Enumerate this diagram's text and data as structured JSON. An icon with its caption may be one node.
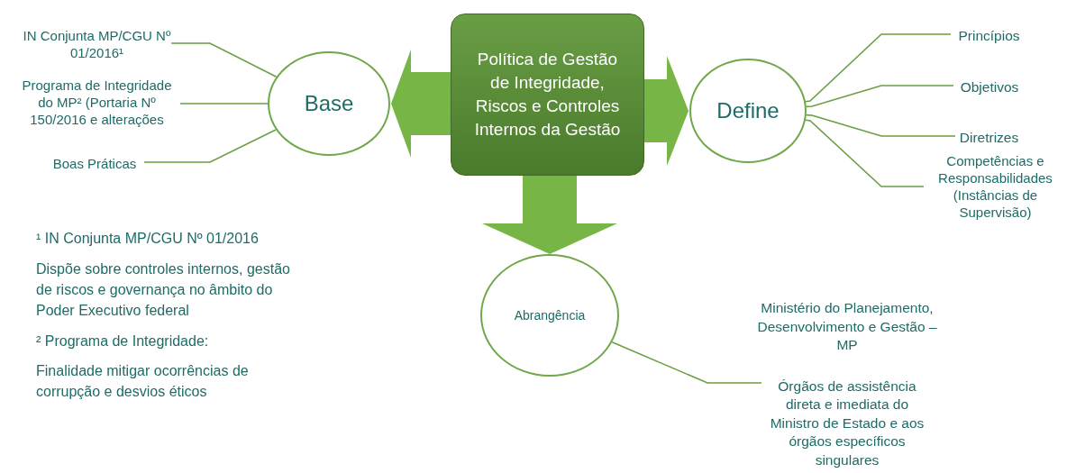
{
  "diagram": {
    "nodes": [
      {
        "text": [
          "Política de Gestão de Integridade, Riscos e Controles Internos da Gestão"
        ]
      },
      {
        "text": [
          "Base"
        ]
      },
      {
        "text": [
          "Define"
        ]
      },
      {
        "text": [
          "Abrangência"
        ]
      },
      {
        "text": [
          "IN Conjunta MP/CGU Nº 01/2016¹"
        ]
      },
      {
        "text": [
          "Programa de Integridade do MP² (Portaria Nº 150/2016 e alterações"
        ]
      },
      {
        "text": [
          "Boas Práticas"
        ]
      },
      {
        "text": [
          "Princípios"
        ]
      },
      {
        "text": [
          "Objetivos"
        ]
      },
      {
        "text": [
          "Diretrizes"
        ]
      },
      {
        "text": [
          "Competências e Responsabilidades (Instâncias de Supervisão)"
        ]
      },
      {
        "text": [
          "Ministério do Planejamento, Desenvolvimento e Gestão – MP"
        ]
      },
      {
        "text": [
          "Órgãos de assistência direta e imediata do Ministro de Estado e aos órgãos específicos singulares"
        ]
      }
    ],
    "edges": [
      {
        "from": 4,
        "to": 1,
        "arrow": "none"
      },
      {
        "from": 5,
        "to": 1,
        "arrow": "none"
      },
      {
        "from": 6,
        "to": 1,
        "arrow": "none"
      },
      {
        "from": 2,
        "to": 7,
        "arrow": "none"
      },
      {
        "from": 2,
        "to": 8,
        "arrow": "none"
      },
      {
        "from": 2,
        "to": 9,
        "arrow": "none"
      },
      {
        "from": 2,
        "to": 10,
        "arrow": "none"
      },
      {
        "from": 3,
        "to": 12,
        "arrow": "none"
      },
      {
        "from": 0,
        "to": 1,
        "arrow": "to",
        "style": "thick",
        "color": "#77b546"
      },
      {
        "from": 0,
        "to": 2,
        "arrow": "to",
        "style": "thick",
        "color": "#77b546"
      },
      {
        "from": 0,
        "to": 3,
        "arrow": "to",
        "style": "thick",
        "color": "#77b546"
      }
    ],
    "labels": [
      "¹ IN Conjunta MP/CGU Nº 01/2016",
      "Dispõe sobre controles internos, gestão de riscos e governança no âmbito do Poder Executivo federal",
      "² Programa de Integridade:",
      "Finalidade mitigar ocorrências  de corrupção e desvios éticos"
    ]
  }
}
